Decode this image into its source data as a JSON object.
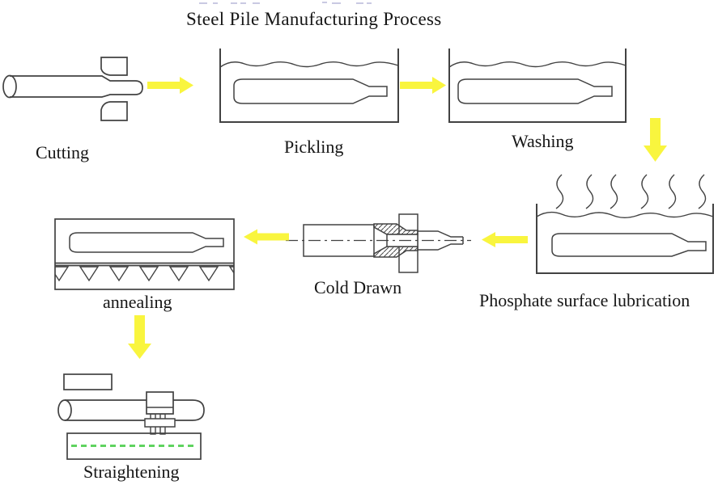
{
  "title": "Steel Pile Manufacturing Process",
  "stages": [
    {
      "name": "Cutting"
    },
    {
      "name": "Pickling"
    },
    {
      "name": "Washing"
    },
    {
      "name": "Phosphate surface lubrication"
    },
    {
      "name": "Cold Drawn"
    },
    {
      "name": "annealing"
    },
    {
      "name": "Straightening"
    }
  ],
  "flow_arrows": [
    {
      "from": "Cutting",
      "to": "Pickling",
      "direction": "right"
    },
    {
      "from": "Pickling",
      "to": "Washing",
      "direction": "right"
    },
    {
      "from": "Washing",
      "to": "Phosphate surface lubrication",
      "direction": "down"
    },
    {
      "from": "Phosphate surface lubrication",
      "to": "Cold Drawn",
      "direction": "left"
    },
    {
      "from": "Cold Drawn",
      "to": "annealing",
      "direction": "left"
    },
    {
      "from": "annealing",
      "to": "Straightening",
      "direction": "down"
    }
  ],
  "colors": {
    "background": "#ffffff",
    "line": "#424242",
    "text": "#161616",
    "arrow": "#f9f53e",
    "straightening_guide": "#5fd35f"
  }
}
